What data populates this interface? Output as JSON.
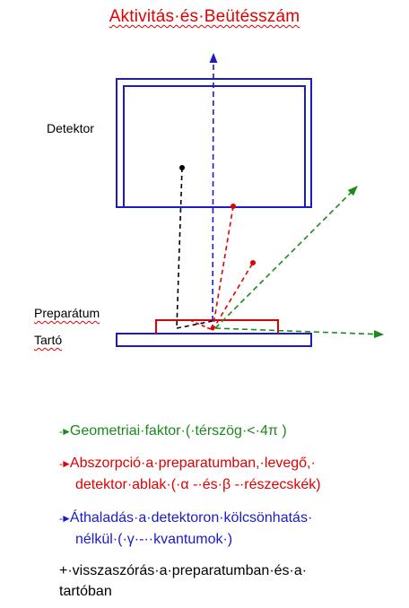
{
  "title": "Aktivitás·és·Beütésszám",
  "labels": {
    "detektor": "Detektor",
    "preparatum": "Preparátum",
    "tarto": "Tartó"
  },
  "legend": {
    "geometry_prefix": "-",
    "geometry_text": "Geometriai·faktor·(·térszög·<·4π )",
    "absorption_prefix": "-",
    "absorption_line1": "Abszorpció·a·preparatumban,·levegő,·",
    "absorption_line2": "detektor·ablak·(·α -·és·β -·részecskék)",
    "passthrough_prefix": "-",
    "passthrough_line1": "Áthaladás·a·detektoron·kölcsönhatás·",
    "passthrough_line2": "nélkül·(·γ·-··kvantumok·)",
    "backscatter_line1": "+·visszaszórás·a·preparatumban·és·a·",
    "backscatter_line2": "tartóban"
  },
  "colors": {
    "title": "#e00000",
    "detector_frame": "#1b1bc8",
    "geometry": "#1a8a1a",
    "absorption": "#e00000",
    "passthrough": "#1b1bc8",
    "backscatter": "#000000"
  }
}
